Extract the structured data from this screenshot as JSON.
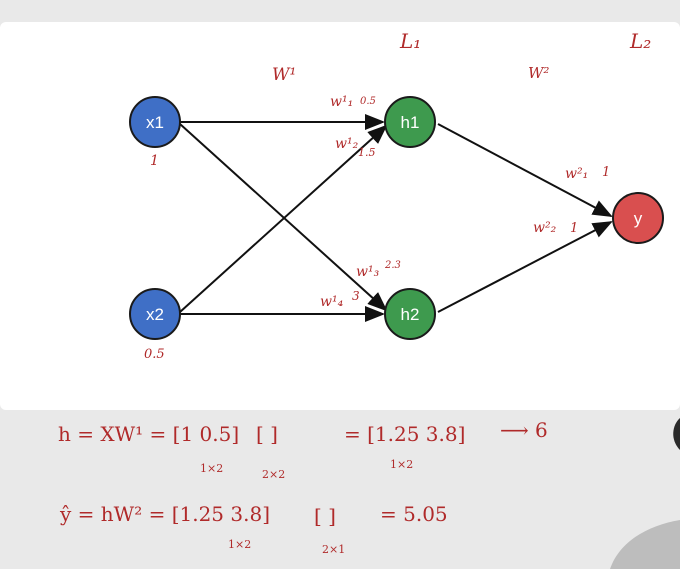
{
  "colors": {
    "input_node": "#3f6fc6",
    "hidden_node": "#3e9a4e",
    "output_node": "#d94f4f",
    "node_stroke": "#1a1a1a",
    "ink": "#b02a2a",
    "edge": "#111111",
    "canvas": "#ffffff",
    "background": "#e9e9e9"
  },
  "nodes": {
    "x1": {
      "label": "x1"
    },
    "x2": {
      "label": "x2"
    },
    "h1": {
      "label": "h1"
    },
    "h2": {
      "label": "h2"
    },
    "y": {
      "label": "y"
    }
  },
  "annotations": {
    "layer1": "L₁",
    "layer2": "L₂",
    "weights1": "W¹",
    "weights2": "W²",
    "x1_value": "1",
    "x2_value": "0.5",
    "w1_1": "w¹₁",
    "w1_1_value": "0.5",
    "w1_2": "w¹₂",
    "w1_2_value": "1.5",
    "w1_3": "w¹₃",
    "w1_3_value": "2.3",
    "w1_4": "w¹₄",
    "w1_4_value": "3",
    "w2_1": "w²₁",
    "w2_1_value": "1",
    "w2_2": "w²₂",
    "w2_2_value": "1"
  },
  "equations": {
    "eq1": {
      "lhs": "h = XW¹ = [1  0.5]",
      "bracket": "[          ]",
      "rhs": "= [1.25   3.8]",
      "arrow_result": "⟶ 6",
      "dim_a": "1×2",
      "dim_b": "2×2",
      "dim_c": "1×2"
    },
    "eq2": {
      "lhs": "ŷ = hW² = [1.25   3.8]",
      "bracket": "[      ]",
      "rhs": "= 5.05",
      "dim_a": "1×2",
      "dim_b": "2×1"
    }
  }
}
